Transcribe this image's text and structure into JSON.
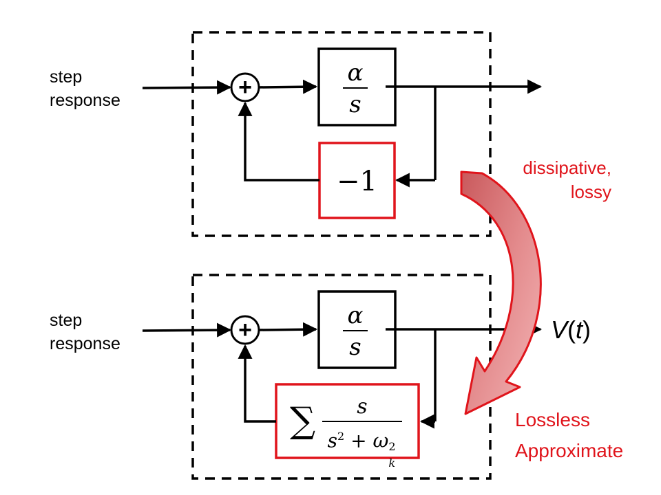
{
  "top_loop": {
    "input_label_line1": "step",
    "input_label_line2": "response",
    "sum_symbol": "+",
    "forward_block": {
      "numerator": "α",
      "denominator": "s"
    },
    "feedback_block": {
      "value": "−1"
    }
  },
  "bottom_loop": {
    "input_label_line1": "step",
    "input_label_line2": "response",
    "sum_symbol": "+",
    "forward_block": {
      "numerator": "α",
      "denominator": "s"
    },
    "feedback_block": {
      "sum_symbol": "∑",
      "numerator": "s",
      "denominator_base": "s",
      "denominator_exp": "2",
      "denominator_plus": "+",
      "omega": "ω",
      "omega_sub": "k",
      "omega_exp": "2"
    },
    "output_label": {
      "v": "V",
      "open": "(",
      "t": "t",
      "close": ")"
    }
  },
  "annotations": {
    "dissipative_line1": "dissipative,",
    "dissipative_line2": "lossy",
    "lossless_line1": "Lossless",
    "lossless_line2": "Approximate"
  },
  "colors": {
    "line": "#000000",
    "highlight_border": "#e0141b",
    "annotation_text": "#e0141b",
    "arrow_fill": "#d77474",
    "arrow_stroke": "#e0141b"
  }
}
